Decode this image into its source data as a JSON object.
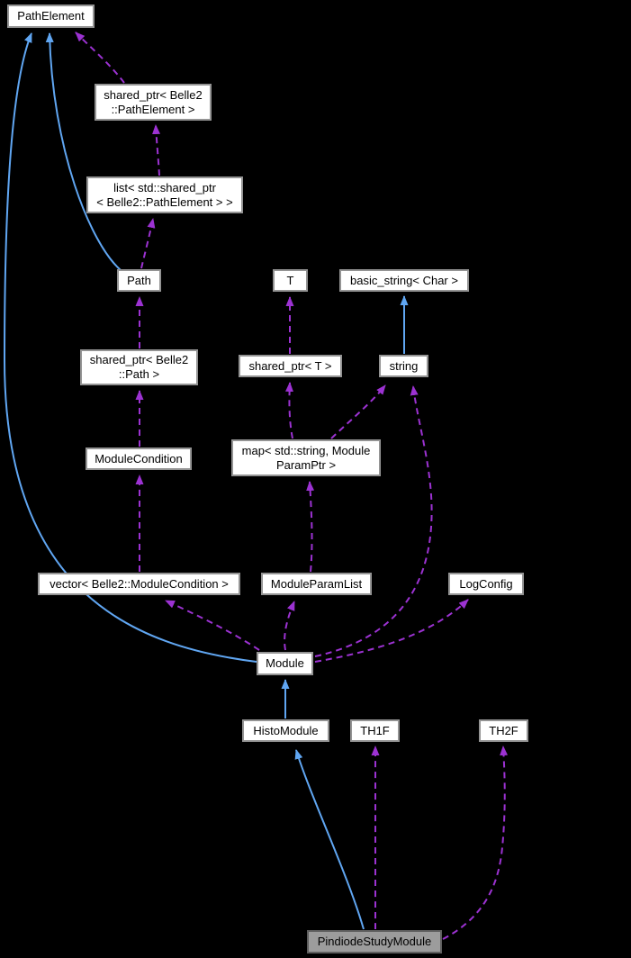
{
  "diagram": {
    "title": "PindiodeStudyModule collaboration graph",
    "type": "doxygen-collaboration-graph",
    "colors": {
      "background": "#000000",
      "inheritance_edge_blue": "#60a6f2",
      "usage_edge_purple": "#9c32d2",
      "node_fill": "#ffffff",
      "node_border": "#949494",
      "highlight_node_fill": "#9c9c9c",
      "highlight_node_border": "#5f5f5f",
      "text": "#000000"
    },
    "nodes": [
      {
        "id": "pathelement",
        "label": "PathElement"
      },
      {
        "id": "sptr-pathelement",
        "label": "shared_ptr< Belle2\n::PathElement >"
      },
      {
        "id": "list-sptr-pathelement",
        "label": "list< std::shared_ptr\n< Belle2::PathElement > >"
      },
      {
        "id": "path",
        "label": "Path"
      },
      {
        "id": "t",
        "label": "T"
      },
      {
        "id": "basic-string",
        "label": "basic_string< Char >"
      },
      {
        "id": "sptr-path",
        "label": "shared_ptr< Belle2\n::Path >"
      },
      {
        "id": "sptr-t",
        "label": "shared_ptr< T >"
      },
      {
        "id": "string",
        "label": "string"
      },
      {
        "id": "map-moduleparamptr",
        "label": "map< std::string, Module\nParamPtr >"
      },
      {
        "id": "modulecondition",
        "label": "ModuleCondition"
      },
      {
        "id": "vector-modulecondition",
        "label": "vector< Belle2::ModuleCondition >"
      },
      {
        "id": "moduleparamlist",
        "label": "ModuleParamList"
      },
      {
        "id": "logconfig",
        "label": "LogConfig"
      },
      {
        "id": "module",
        "label": "Module"
      },
      {
        "id": "histomodule",
        "label": "HistoModule"
      },
      {
        "id": "th1f",
        "label": "TH1F"
      },
      {
        "id": "th2f",
        "label": "TH2F"
      },
      {
        "id": "pindiodestudymodule",
        "label": "PindiodeStudyModule"
      }
    ],
    "edges": [
      {
        "from": "Path",
        "to": "PathElement",
        "type": "inheritance"
      },
      {
        "from": "Module",
        "to": "PathElement",
        "type": "inheritance"
      },
      {
        "from": "string",
        "to": "basic_string< Char >",
        "type": "inheritance"
      },
      {
        "from": "HistoModule",
        "to": "Module",
        "type": "inheritance"
      },
      {
        "from": "PindiodeStudyModule",
        "to": "HistoModule",
        "type": "inheritance"
      },
      {
        "from": "shared_ptr< Belle2::PathElement >",
        "to": "PathElement",
        "type": "usage"
      },
      {
        "from": "list< std::shared_ptr< Belle2::PathElement > >",
        "to": "shared_ptr< Belle2::PathElement >",
        "type": "usage"
      },
      {
        "from": "Path",
        "to": "list< std::shared_ptr< Belle2::PathElement > >",
        "type": "usage"
      },
      {
        "from": "shared_ptr< Belle2::Path >",
        "to": "Path",
        "type": "usage"
      },
      {
        "from": "ModuleCondition",
        "to": "shared_ptr< Belle2::Path >",
        "type": "usage"
      },
      {
        "from": "vector< Belle2::ModuleCondition >",
        "to": "ModuleCondition",
        "type": "usage"
      },
      {
        "from": "shared_ptr< T >",
        "to": "T",
        "type": "usage"
      },
      {
        "from": "map< std::string, ModuleParamPtr >",
        "to": "shared_ptr< T >",
        "type": "usage"
      },
      {
        "from": "map< std::string, ModuleParamPtr >",
        "to": "string",
        "type": "usage"
      },
      {
        "from": "ModuleParamList",
        "to": "map< std::string, ModuleParamPtr >",
        "type": "usage"
      },
      {
        "from": "Module",
        "to": "vector< Belle2::ModuleCondition >",
        "type": "usage"
      },
      {
        "from": "Module",
        "to": "ModuleParamList",
        "type": "usage"
      },
      {
        "from": "Module",
        "to": "LogConfig",
        "type": "usage"
      },
      {
        "from": "Module",
        "to": "string",
        "type": "usage"
      },
      {
        "from": "PindiodeStudyModule",
        "to": "TH1F",
        "type": "usage"
      },
      {
        "from": "PindiodeStudyModule",
        "to": "TH2F",
        "type": "usage"
      }
    ]
  }
}
